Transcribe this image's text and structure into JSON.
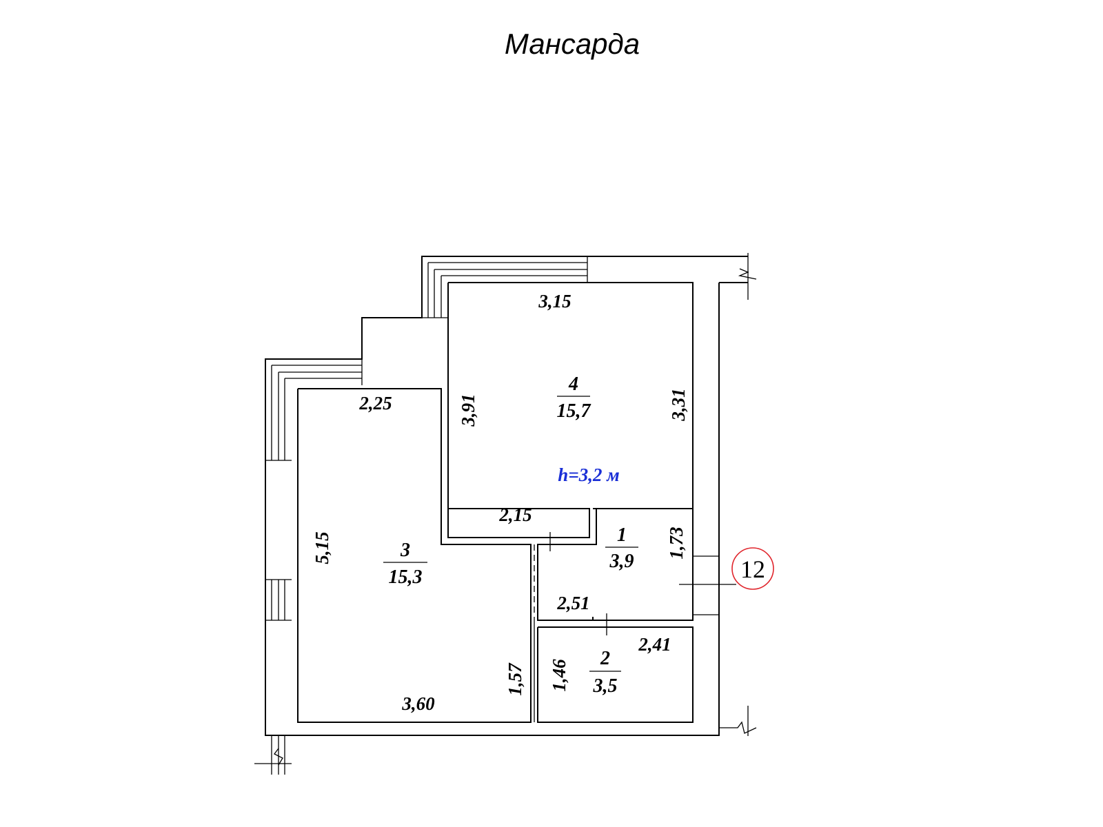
{
  "title": "Мансарда",
  "rooms": {
    "room1": {
      "number": "1",
      "area": "3,9"
    },
    "room2": {
      "number": "2",
      "area": "3,5"
    },
    "room3": {
      "number": "3",
      "area": "15,3"
    },
    "room4": {
      "number": "4",
      "area": "15,7"
    }
  },
  "ceiling_height": "h=3,2 м",
  "ceiling_height_color": "#1a2fd6",
  "apartment_marker": {
    "number": "12",
    "circle_color": "#e0242b"
  },
  "dimensions": {
    "room4_top": "3,15",
    "room4_left": "3,91",
    "room4_right": "3,31",
    "room4_bottom": "2,15",
    "room3_top": "2,25",
    "room3_left": "5,15",
    "room3_bottom": "3,60",
    "room3_right_lower": "1,57",
    "room1_right": "1,73",
    "room1_bottom": "2,51",
    "room2_top": "2,41",
    "room2_left": "1,46"
  }
}
